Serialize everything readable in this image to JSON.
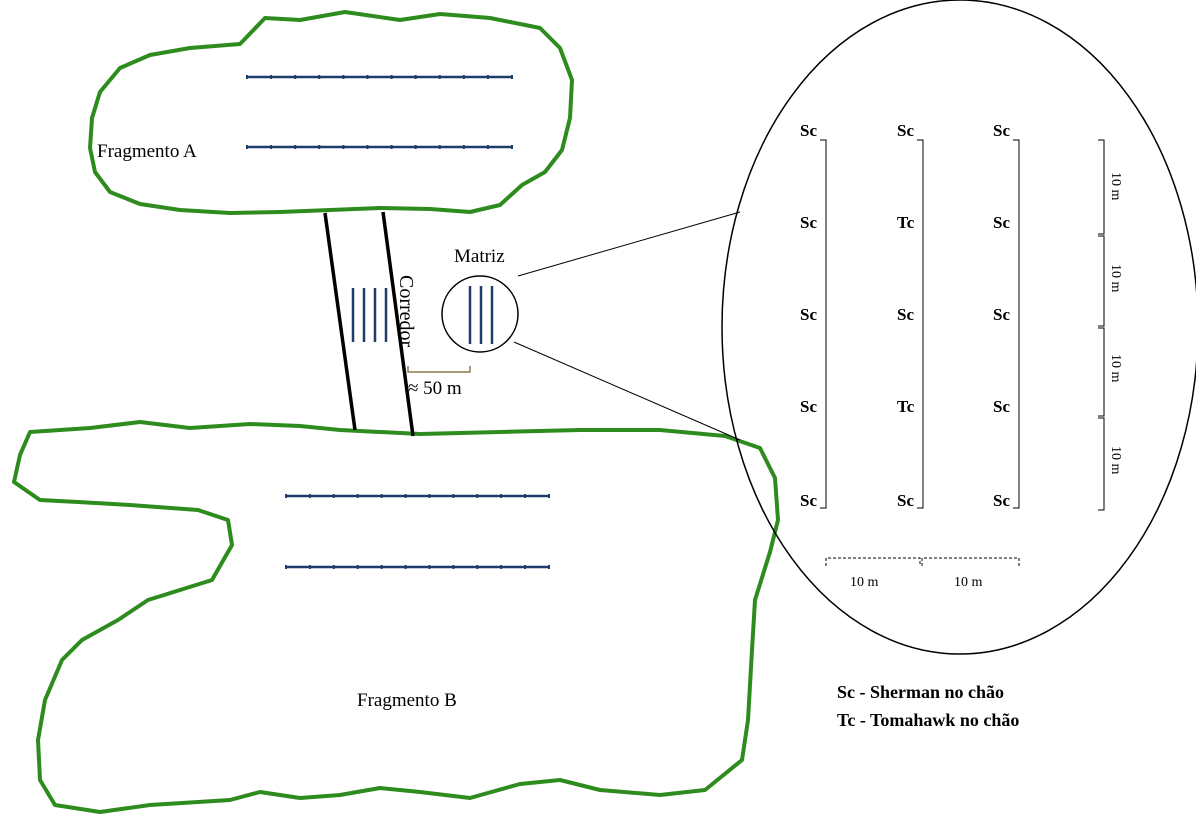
{
  "fragments": {
    "a_label": "Fragmento A",
    "b_label": "Fragmento B"
  },
  "corridor": {
    "label": "Corredor",
    "width_label": "≈ 50 m"
  },
  "matrix": {
    "label": "Matriz"
  },
  "grid": {
    "rows": [
      [
        "Sc",
        "Sc",
        "Sc"
      ],
      [
        "Sc",
        "Tc",
        "Sc"
      ],
      [
        "Sc",
        "Sc",
        "Sc"
      ],
      [
        "Sc",
        "Tc",
        "Sc"
      ],
      [
        "Sc",
        "Sc",
        "Sc"
      ]
    ],
    "vertical_spacing_labels": [
      "10 m",
      "10 m",
      "10 m",
      "10 m"
    ],
    "horizontal_spacing_labels": [
      "10 m",
      "10 m"
    ]
  },
  "legend": {
    "items": [
      "Sc - Sherman no chão",
      "Tc - Tomahawk no chão"
    ]
  },
  "colors": {
    "fragment_outline": "#2e8b1e",
    "transect": "#1f3d6b",
    "ink": "#000000",
    "scale_bar": "#8a7a4a"
  }
}
